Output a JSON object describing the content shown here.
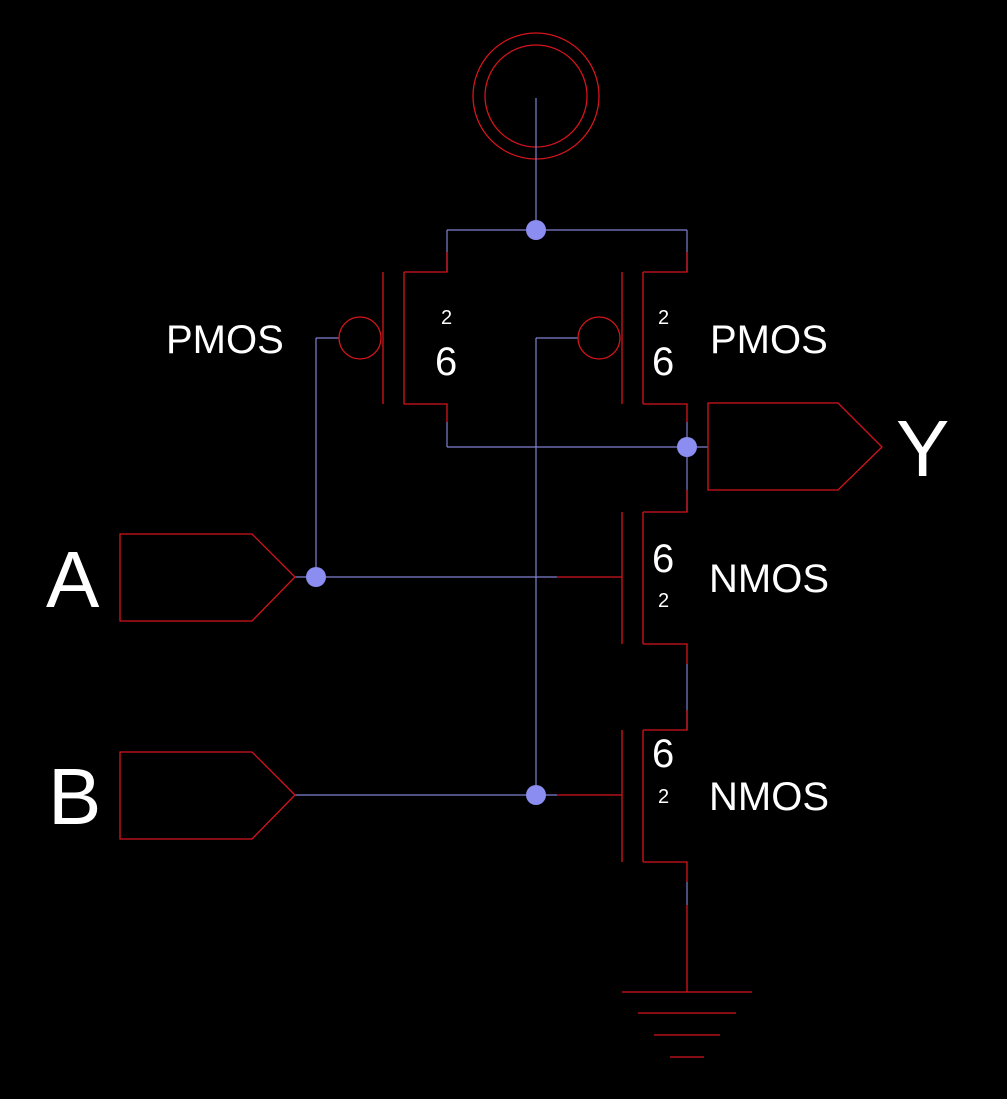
{
  "labels": {
    "pmos_left": "PMOS",
    "pmos_right": "PMOS",
    "nmos_top": "NMOS",
    "nmos_bottom": "NMOS",
    "input_a": "A",
    "input_b": "B",
    "output_y": "Y"
  },
  "sizes": {
    "pmos_left_l": "2",
    "pmos_left_w": "6",
    "pmos_right_l": "2",
    "pmos_right_w": "6",
    "nmos_top_w": "6",
    "nmos_top_l": "2",
    "nmos_bottom_w": "6",
    "nmos_bottom_l": "2"
  },
  "colors": {
    "device": "#d4141c",
    "wire": "#8080d0",
    "node": "#8b8df0",
    "text": "#ffffff",
    "background": "#000000"
  },
  "icons": {
    "supply": "vdd-symbol",
    "ground": "ground-symbol"
  }
}
